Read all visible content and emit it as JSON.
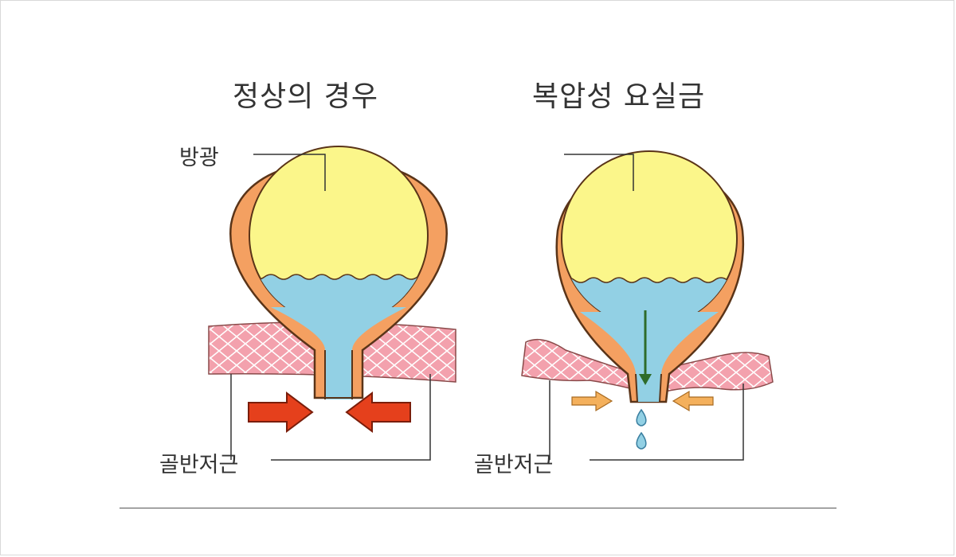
{
  "panels": {
    "normal": {
      "title": "정상의 경우",
      "bladder_label": "방광",
      "muscle_label": "골반저근"
    },
    "stress_incontinence": {
      "title": "복압성 요실금",
      "muscle_label": "골반저근"
    }
  },
  "colors": {
    "bladder_wall": "#f4a061",
    "bladder_outline": "#5a3418",
    "bladder_air": "#fbf68a",
    "urine": "#92d0e4",
    "muscle_fill": "#f3a1ad",
    "muscle_pattern": "#ffffff",
    "strong_arrow": "#e5401c",
    "weak_arrow": "#f4b05c",
    "flow_arrow": "#2e6b2a",
    "leader_line": "#333333"
  },
  "icons": [
    "strong-inward-arrow-icon",
    "weak-inward-arrow-icon",
    "downward-flow-arrow-icon",
    "urine-drop-icon"
  ]
}
